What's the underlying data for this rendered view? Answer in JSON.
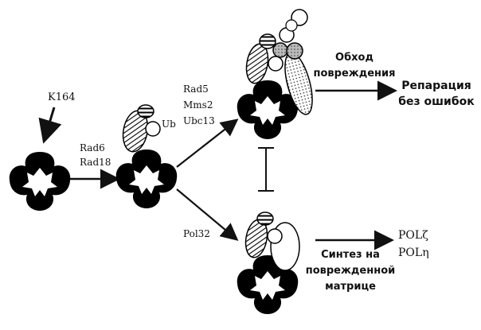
{
  "labels": {
    "k164": "K164",
    "rad6": "Rad6",
    "rad18": "Rad18",
    "ub": "Ub",
    "rad5": "Rad5",
    "mms2": "Mms2",
    "ubc13": "Ubc13",
    "pol32": "Pol32",
    "bypass_line1": "Обход",
    "bypass_line2": "повреждения",
    "repair_line1": "Репарация",
    "repair_line2": "без ошибок",
    "synth_line1": "Синтез на",
    "synth_line2": "поврежденной",
    "synth_line3": "матрице",
    "pol_zeta": "POLζ",
    "pol_eta": "POLη"
  },
  "colors": {
    "ring": "#000000",
    "background": "#ffffff",
    "arrow": "#111111"
  }
}
